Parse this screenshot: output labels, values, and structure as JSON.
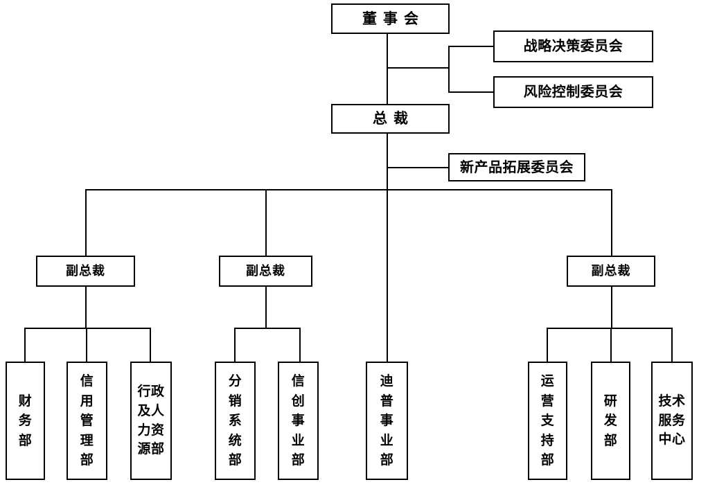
{
  "chart_data": {
    "type": "diagram",
    "title": "",
    "diagram_kind": "organizational-chart",
    "orientation": "top-down",
    "nodes": [
      {
        "id": "board",
        "label": "董事会",
        "level": 0
      },
      {
        "id": "strategy_committee",
        "label": "战略决策委员会",
        "level": 1
      },
      {
        "id": "risk_committee",
        "label": "风险控制委员会",
        "level": 1
      },
      {
        "id": "president",
        "label": "总裁",
        "level": 1
      },
      {
        "id": "new_product_committee",
        "label": "新产品拓展委员会",
        "level": 2
      },
      {
        "id": "vp1",
        "label": "副总裁",
        "level": 2
      },
      {
        "id": "vp2",
        "label": "副总裁",
        "level": 2
      },
      {
        "id": "vp3",
        "label": "副总裁",
        "level": 2
      },
      {
        "id": "finance",
        "label": "财务部",
        "level": 3
      },
      {
        "id": "credit",
        "label": "信用管理部",
        "level": 3
      },
      {
        "id": "admin_hr",
        "label": "行政及人力资源部",
        "level": 3
      },
      {
        "id": "distribution",
        "label": "分销系统部",
        "level": 3
      },
      {
        "id": "xinchuang",
        "label": "信创事业部",
        "level": 3
      },
      {
        "id": "dptech",
        "label": "迪普事业部",
        "level": 3
      },
      {
        "id": "operations",
        "label": "运营支持部",
        "level": 3
      },
      {
        "id": "rnd",
        "label": "研发部",
        "level": 3
      },
      {
        "id": "tech_service",
        "label": "技术服务中心",
        "level": 3
      }
    ],
    "edges": [
      {
        "from": "board",
        "to": "president"
      },
      {
        "from": "board",
        "to": "strategy_committee"
      },
      {
        "from": "board",
        "to": "risk_committee"
      },
      {
        "from": "president",
        "to": "new_product_committee"
      },
      {
        "from": "president",
        "to": "vp1"
      },
      {
        "from": "president",
        "to": "vp2"
      },
      {
        "from": "president",
        "to": "vp3"
      },
      {
        "from": "president",
        "to": "dptech"
      },
      {
        "from": "vp1",
        "to": "finance"
      },
      {
        "from": "vp1",
        "to": "credit"
      },
      {
        "from": "vp1",
        "to": "admin_hr"
      },
      {
        "from": "vp2",
        "to": "distribution"
      },
      {
        "from": "vp2",
        "to": "xinchuang"
      },
      {
        "from": "vp3",
        "to": "operations"
      },
      {
        "from": "vp3",
        "to": "rnd"
      },
      {
        "from": "vp3",
        "to": "tech_service"
      }
    ]
  },
  "colors": {
    "border": "#000000",
    "background": "#ffffff",
    "text": "#000000"
  },
  "board": {
    "label": "董事会"
  },
  "president": {
    "label": "总裁"
  },
  "committees": {
    "strategy": "战略决策委员会",
    "risk": "风险控制委员会",
    "new_product": "新产品拓展委员会"
  },
  "vps": {
    "vp1": "副总裁",
    "vp2": "副总裁",
    "vp3": "副总裁"
  },
  "departments": {
    "finance": {
      "lines": [
        "财",
        "务",
        "部"
      ]
    },
    "credit": {
      "lines": [
        "信",
        "用",
        "管",
        "理",
        "部"
      ]
    },
    "admin_hr": {
      "lines": [
        "行政",
        "及人",
        "力资",
        "源部"
      ]
    },
    "distribution": {
      "lines": [
        "分",
        "销",
        "系",
        "统",
        "部"
      ]
    },
    "xinchuang": {
      "lines": [
        "信",
        "创",
        "事",
        "业",
        "部"
      ]
    },
    "dptech": {
      "lines": [
        "迪",
        "普",
        "事",
        "业",
        "部"
      ]
    },
    "operations": {
      "lines": [
        "运",
        "营",
        "支",
        "持",
        "部"
      ]
    },
    "rnd": {
      "lines": [
        "研",
        "发",
        "部"
      ]
    },
    "tech_service": {
      "lines": [
        "技术",
        "服务",
        "中心"
      ]
    }
  }
}
